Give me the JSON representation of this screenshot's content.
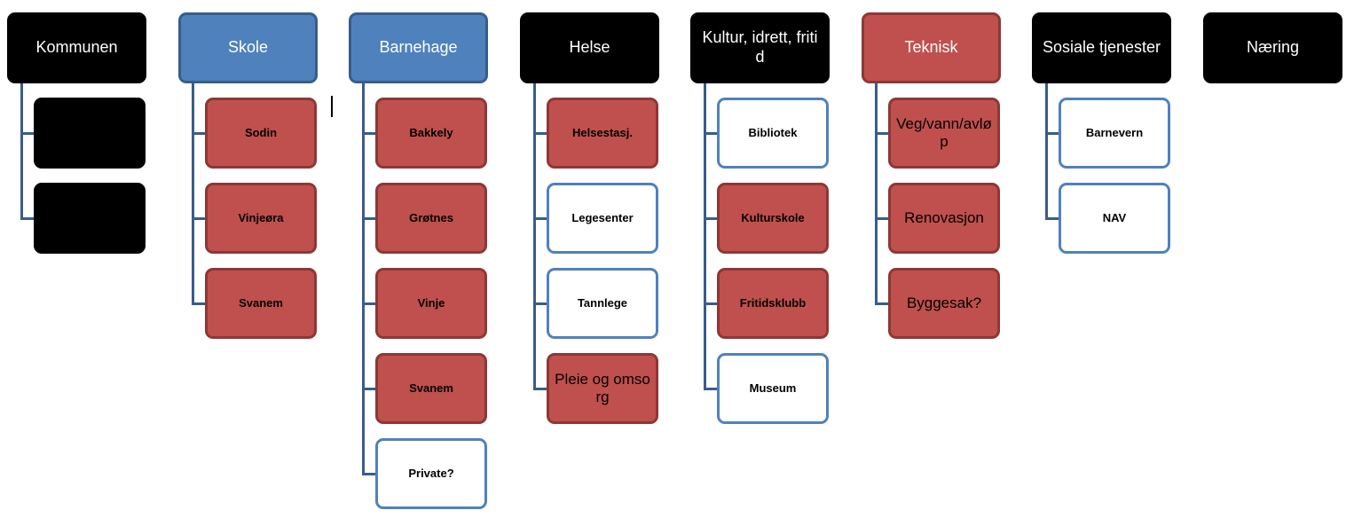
{
  "columns": [
    {
      "title": "Kommunen",
      "style": "black",
      "children": [
        {
          "label": "",
          "style": "black",
          "size": "small"
        },
        {
          "label": "",
          "style": "black",
          "size": "small"
        }
      ]
    },
    {
      "title": "Skole",
      "style": "blue",
      "children": [
        {
          "label": "Sodin",
          "style": "red",
          "size": "small"
        },
        {
          "label": "Vinjeøra",
          "style": "red",
          "size": "small"
        },
        {
          "label": "Svanem",
          "style": "red",
          "size": "small"
        }
      ]
    },
    {
      "title": "Barnehage",
      "style": "blue",
      "children": [
        {
          "label": "Bakkely",
          "style": "red",
          "size": "small"
        },
        {
          "label": "Grøtnes",
          "style": "red",
          "size": "small"
        },
        {
          "label": "Vinje",
          "style": "red",
          "size": "small"
        },
        {
          "label": "Svanem",
          "style": "red",
          "size": "small"
        },
        {
          "label": "Private?",
          "style": "white",
          "size": "small"
        }
      ]
    },
    {
      "title": "Helse",
      "style": "black",
      "children": [
        {
          "label": "Helsestasj.",
          "style": "red",
          "size": "small"
        },
        {
          "label": "Legesenter",
          "style": "white",
          "size": "small"
        },
        {
          "label": "Tannlege",
          "style": "white",
          "size": "small"
        },
        {
          "label": "Pleie og omsorg",
          "style": "red",
          "size": "big"
        }
      ]
    },
    {
      "title": "Kultur, idrett, fritid",
      "style": "black",
      "children": [
        {
          "label": "Bibliotek",
          "style": "white",
          "size": "small"
        },
        {
          "label": "Kulturskole",
          "style": "red",
          "size": "small"
        },
        {
          "label": "Fritidsklubb",
          "style": "red",
          "size": "small"
        },
        {
          "label": "Museum",
          "style": "white",
          "size": "small"
        }
      ]
    },
    {
      "title": "Teknisk",
      "style": "red",
      "children": [
        {
          "label": "Veg/vann/avløp",
          "style": "red",
          "size": "big"
        },
        {
          "label": "Renovasjon",
          "style": "red",
          "size": "big"
        },
        {
          "label": "Byggesak?",
          "style": "red",
          "size": "big"
        }
      ]
    },
    {
      "title": "Sosiale tjenester",
      "style": "black",
      "children": [
        {
          "label": "Barnevern",
          "style": "white",
          "size": "small"
        },
        {
          "label": "NAV",
          "style": "white",
          "size": "small"
        }
      ]
    },
    {
      "title": "Næring",
      "style": "black",
      "children": []
    }
  ]
}
